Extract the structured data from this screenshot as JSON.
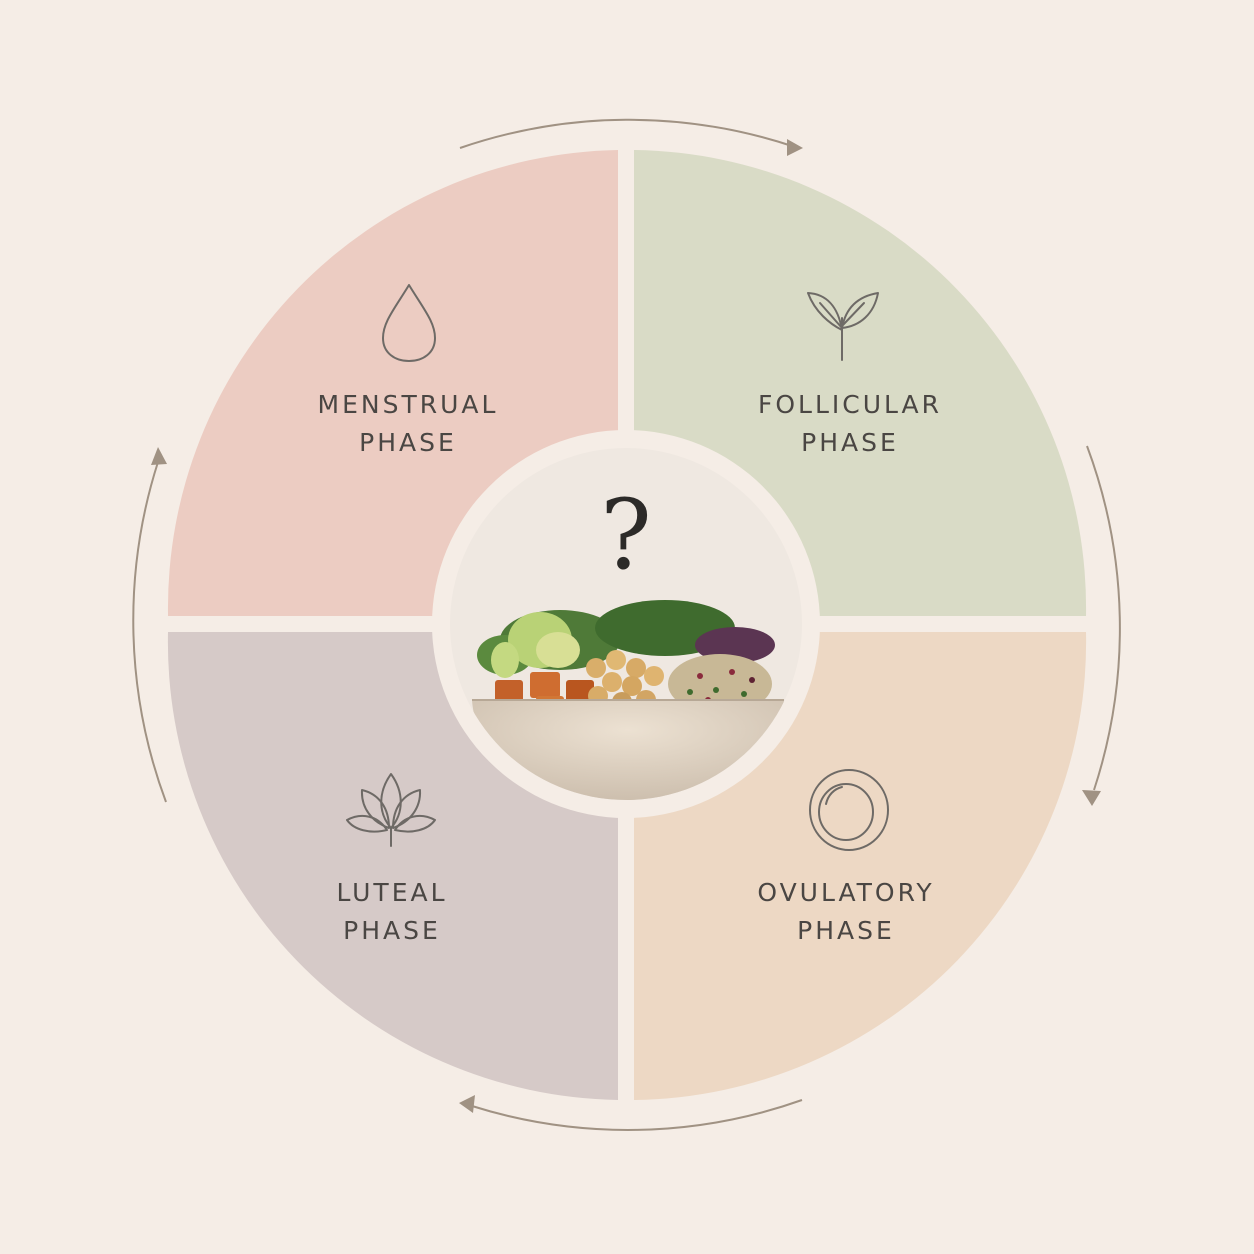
{
  "phases": {
    "menstrual": {
      "line1": "MENSTRUAL",
      "line2": "PHASE",
      "icon": "drop-icon",
      "color": "#ecccc2"
    },
    "follicular": {
      "line1": "FOLLICULAR",
      "line2": "PHASE",
      "icon": "sprout-icon",
      "color": "#d9dbc6"
    },
    "luteal": {
      "line1": "LUTEAL",
      "line2": "PHASE",
      "icon": "lotus-icon",
      "color": "#d6cac8"
    },
    "ovulatory": {
      "line1": "OVULATORY",
      "line2": "PHASE",
      "icon": "egg-icon",
      "color": "#edd8c4"
    }
  },
  "center": {
    "symbol": "?",
    "image": "nourish-bowl-illustration"
  },
  "colors": {
    "background": "#f5ede6",
    "arrows": "#a09283",
    "text": "#4a4643"
  },
  "cycle_direction": "clockwise"
}
